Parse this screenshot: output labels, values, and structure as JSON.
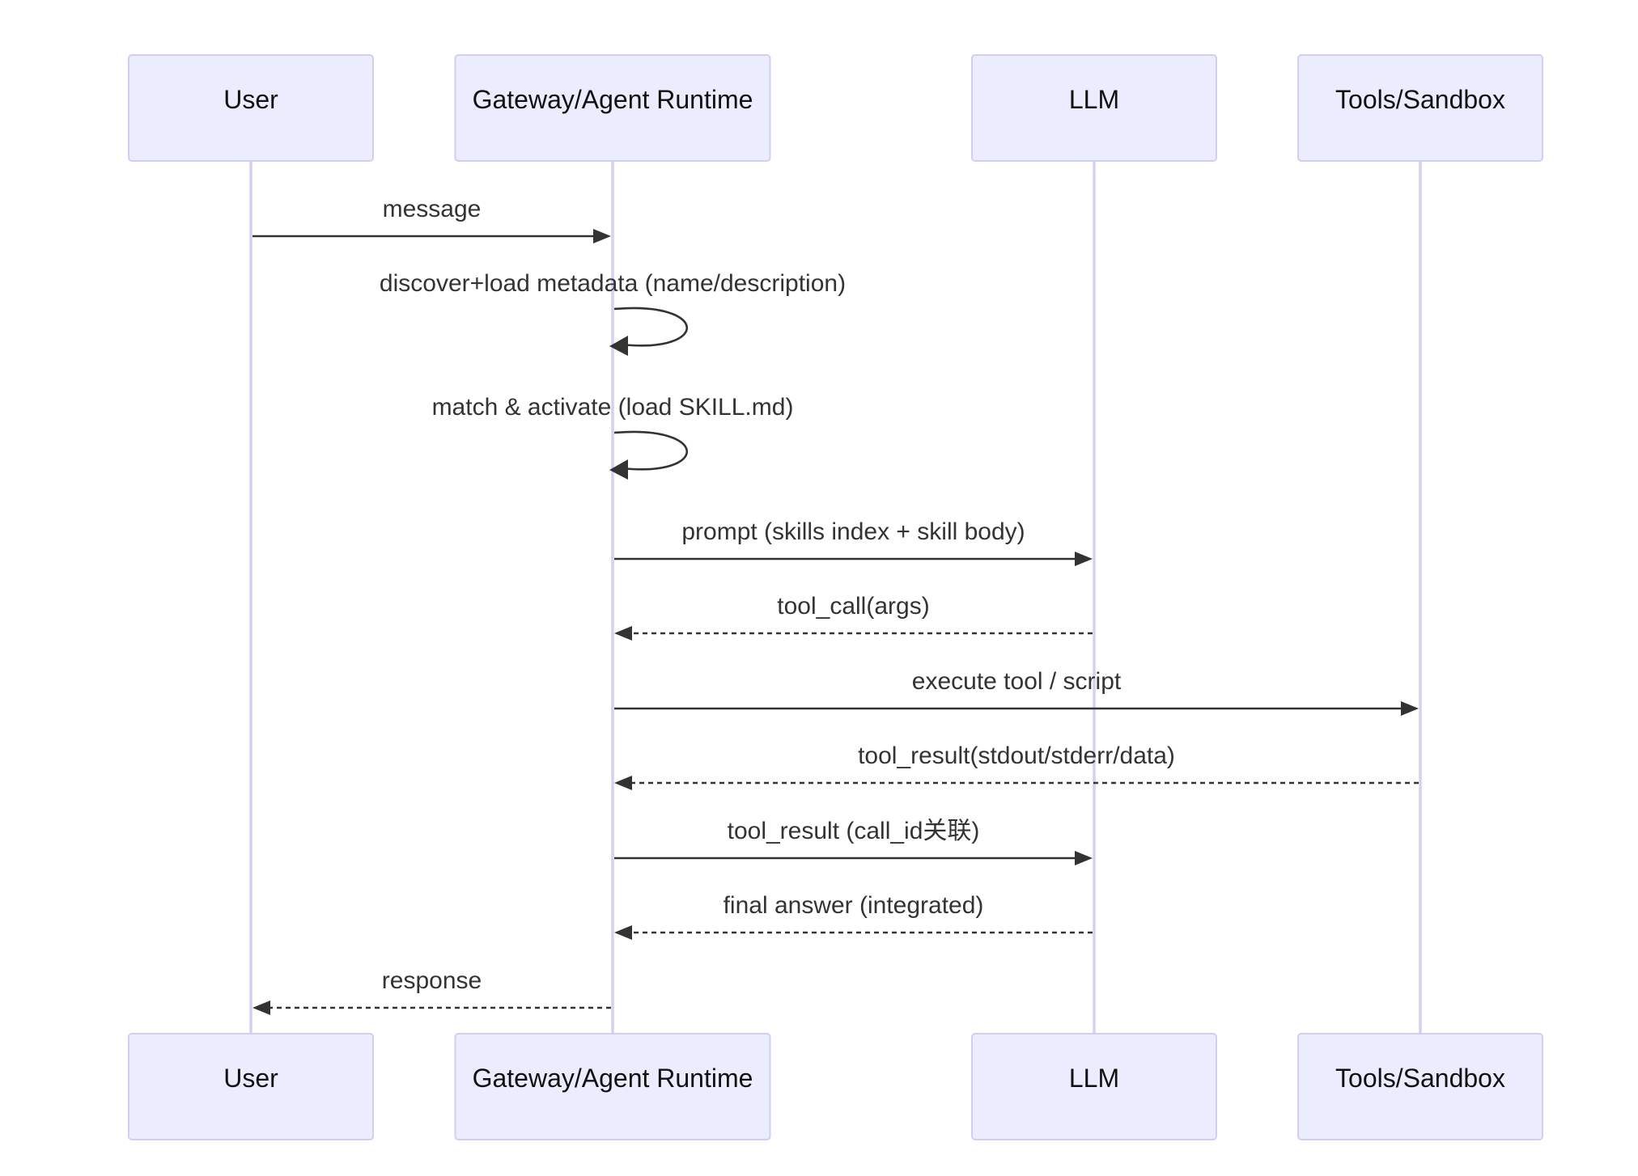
{
  "colors": {
    "actor_fill": "#ececff",
    "actor_border": "#d3cef0",
    "lifeline": "#d5d0f0",
    "message": "#333333"
  },
  "participants": [
    {
      "id": "user",
      "label": "User"
    },
    {
      "id": "gateway",
      "label": "Gateway/Agent Runtime"
    },
    {
      "id": "llm",
      "label": "LLM"
    },
    {
      "id": "tools",
      "label": "Tools/Sandbox"
    }
  ],
  "messages": [
    {
      "from": "user",
      "to": "gateway",
      "label": "message",
      "style": "solid"
    },
    {
      "from": "gateway",
      "to": "gateway",
      "label": "discover+load metadata (name/description)",
      "style": "solid"
    },
    {
      "from": "gateway",
      "to": "gateway",
      "label": "match & activate (load SKILL.md)",
      "style": "solid"
    },
    {
      "from": "gateway",
      "to": "llm",
      "label": "prompt (skills index + skill body)",
      "style": "solid"
    },
    {
      "from": "llm",
      "to": "gateway",
      "label": "tool_call(args)",
      "style": "dashed"
    },
    {
      "from": "gateway",
      "to": "tools",
      "label": "execute tool / script",
      "style": "solid"
    },
    {
      "from": "tools",
      "to": "gateway",
      "label": "tool_result(stdout/stderr/data)",
      "style": "dashed"
    },
    {
      "from": "gateway",
      "to": "llm",
      "label": "tool_result (call_id关联)",
      "style": "solid"
    },
    {
      "from": "llm",
      "to": "gateway",
      "label": "final answer (integrated)",
      "style": "dashed"
    },
    {
      "from": "gateway",
      "to": "user",
      "label": "response",
      "style": "dashed"
    }
  ]
}
